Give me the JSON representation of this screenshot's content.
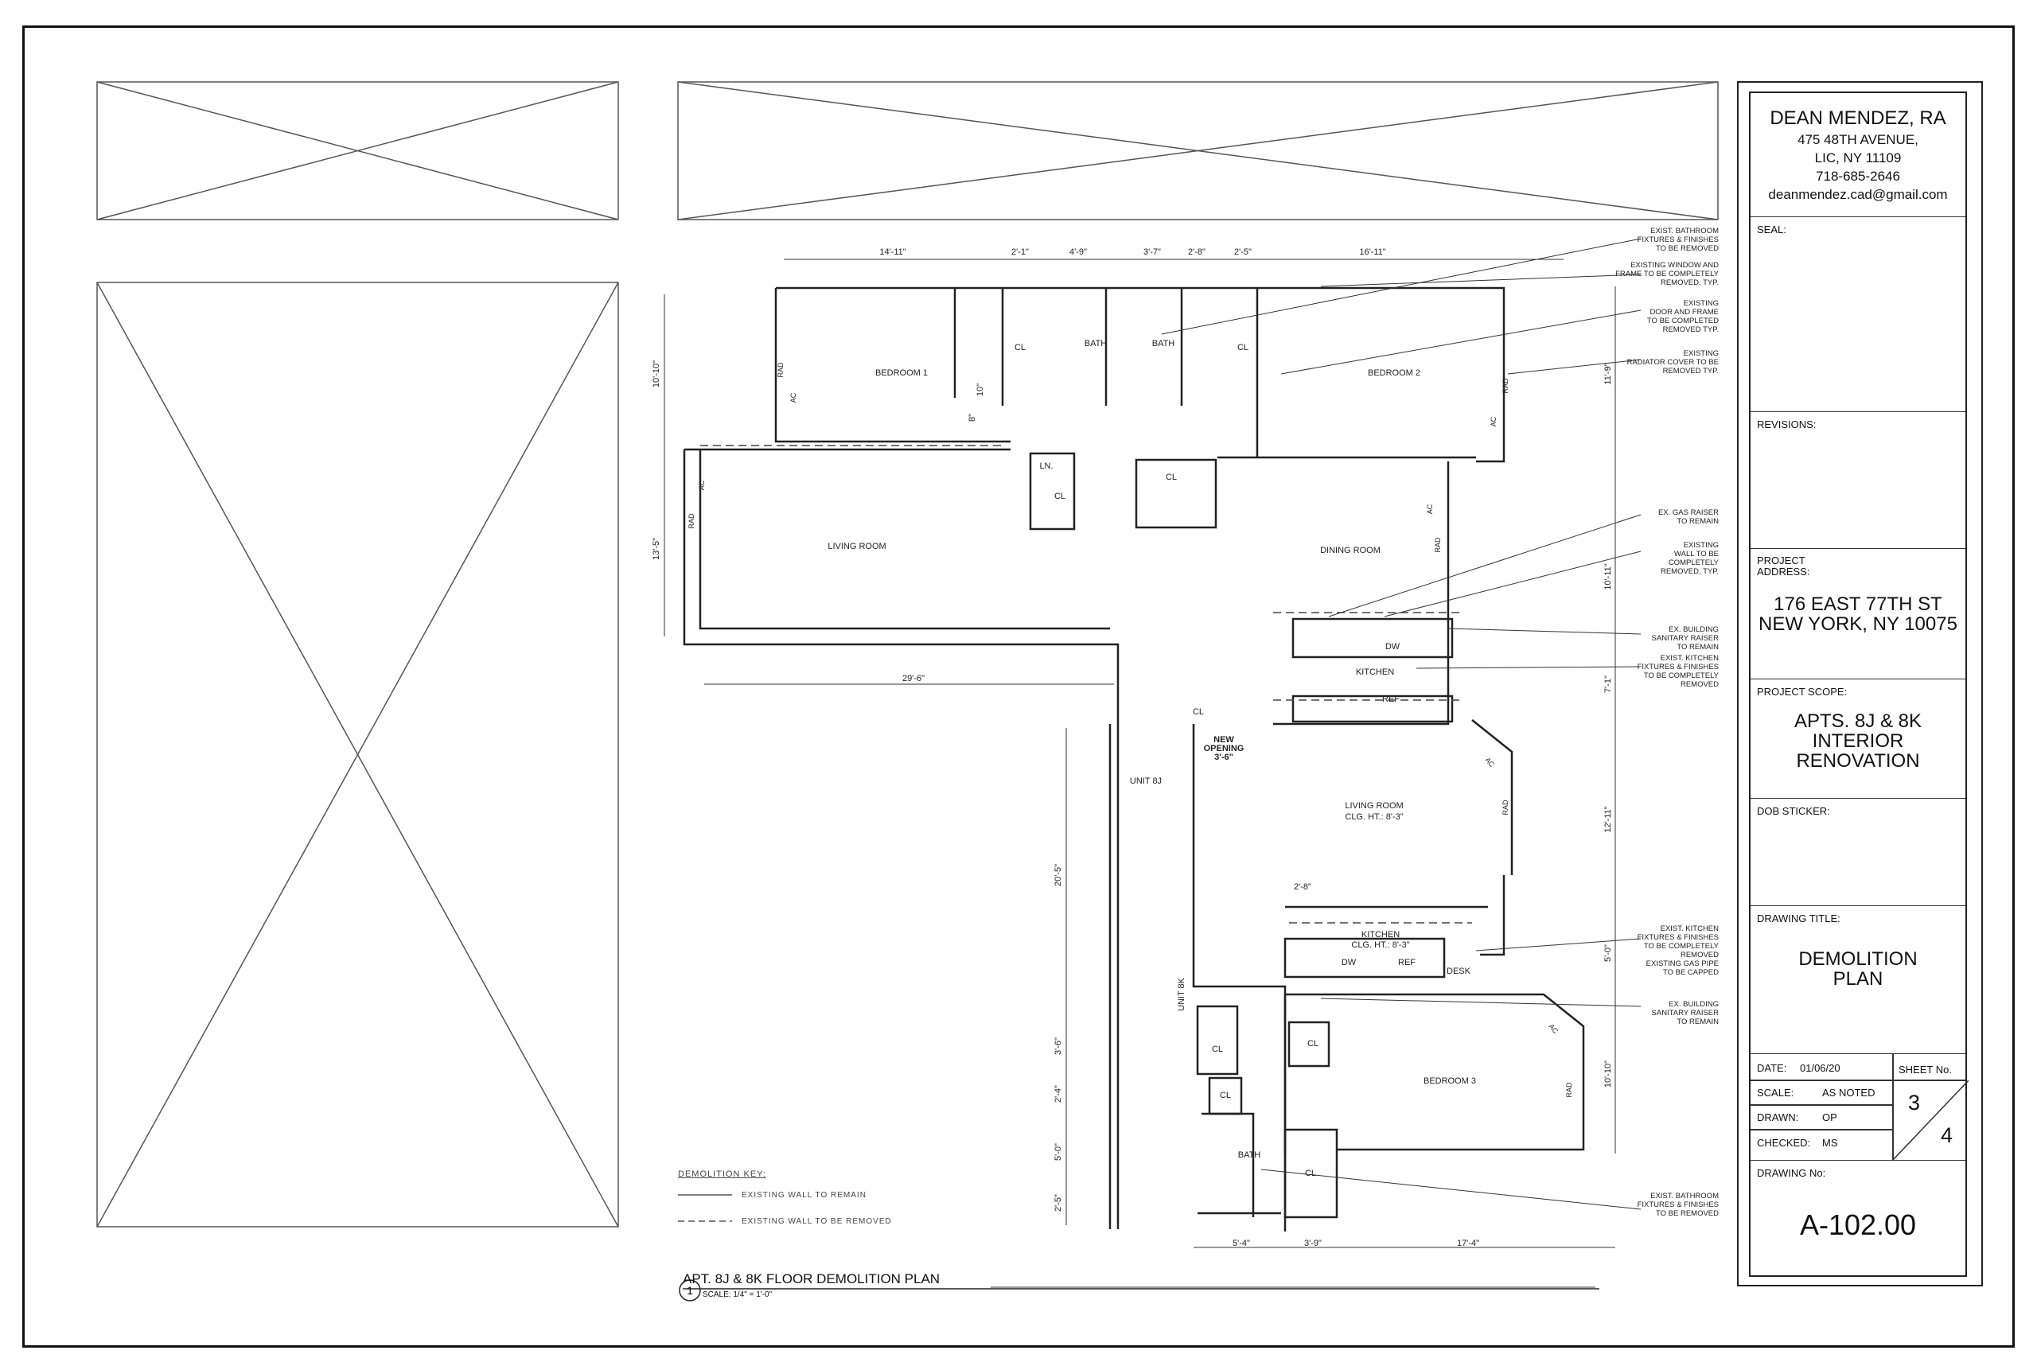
{
  "architect": {
    "name": "DEAN MENDEZ, RA",
    "address1": "475 48TH AVENUE,",
    "address2": "LIC, NY 11109",
    "phone": "718-685-2646",
    "email": "deanmendez.cad@gmail.com"
  },
  "labels": {
    "seal": "SEAL:",
    "revisions": "REVISIONS:",
    "project_address_1": "PROJECT",
    "project_address_2": "ADDRESS:",
    "project_scope": "PROJECT SCOPE:",
    "dob_sticker": "DOB STICKER:",
    "drawing_title": "DRAWING TITLE:",
    "date": "DATE:",
    "scale": "SCALE:",
    "drawn": "DRAWN:",
    "checked": "CHECKED:",
    "sheet_no": "SHEET No.",
    "drawing_no": "DRAWING No:"
  },
  "project": {
    "address_line1": "176 EAST 77TH ST",
    "address_line2": "NEW YORK, NY 10075",
    "scope_line1": "APTS. 8J & 8K",
    "scope_line2": "INTERIOR",
    "scope_line3": "RENOVATION",
    "title_line1": "DEMOLITION",
    "title_line2": "PLAN",
    "date": "01/06/20",
    "scale": "AS NOTED",
    "drawn": "OP",
    "checked": "MS",
    "sheet_number": "3",
    "sheet_total": "4",
    "drawing_number": "A-102.00"
  },
  "plan": {
    "number": "1",
    "title": "APT. 8J & 8K FLOOR DEMOLITION PLAN",
    "scale": "SCALE: 1/4\" = 1'-0\"",
    "key_title": "DEMOLITION KEY:",
    "key_remain": "EXISTING WALL TO REMAIN",
    "key_remove": "EXISTING WALL TO BE REMOVED"
  },
  "rooms": {
    "bedroom1": "BEDROOM 1",
    "bedroom2": "BEDROOM 2",
    "bedroom3": "BEDROOM 3",
    "living8j": "LIVING ROOM",
    "dining": "DINING ROOM",
    "kitchen8j": "KITCHEN",
    "living8k": "LIVING ROOM",
    "living8k_clg": "CLG. HT.: 8'-3\"",
    "kitchen8k": "KITCHEN",
    "kitchen8k_clg": "CLG. HT.: 8'-3\"",
    "bath": "BATH",
    "cl": "CL",
    "ln": "LN.",
    "rad": "RAD",
    "ac": "AC",
    "dw": "DW",
    "ref": "REF",
    "desk": "DESK",
    "new_opening_1": "NEW",
    "new_opening_2": "OPENING",
    "new_opening_3": "3'-6\"",
    "unit8j": "UNIT 8J",
    "unit8k": "UNIT 8K"
  },
  "dimensions": {
    "d1": "14'-11\"",
    "d2": "2'-1\"",
    "d3": "4'-9\"",
    "d4": "3'-7\"",
    "d5": "2'-8\"",
    "d6": "2'-5\"",
    "d7": "16'-11\"",
    "d8": "10'-10\"",
    "d9": "13'-5\"",
    "d10": "29'-6\"",
    "d11": "11'-9\"",
    "d12": "10'-11\"",
    "d13": "7'-1\"",
    "d14": "12'-11\"",
    "d15": "20'-5\"",
    "d16": "2'-8\"",
    "d17": "5'-0\"",
    "d18": "10'-10\"",
    "d19": "3'-6\"",
    "d20": "2'-4\"",
    "d21": "5'-0\"",
    "d22": "2'-5\"",
    "d23": "5'-4\"",
    "d24": "3'-9\"",
    "d25": "17'-4\"",
    "d26": "10\"",
    "d27": "8\""
  },
  "notes": {
    "n1": [
      "EXIST. BATHROOM",
      "FIXTURES & FINISHES",
      "TO BE REMOVED"
    ],
    "n2": [
      "EXISTING  WINDOW AND",
      "FRAME TO BE COMPLETELY",
      "REMOVED. TYP."
    ],
    "n3": [
      "EXISTING",
      "DOOR AND FRAME",
      "TO BE COMPLETED",
      "REMOVED TYP."
    ],
    "n4": [
      "EXISTING",
      "RADIATOR COVER TO BE",
      "REMOVED TYP."
    ],
    "n5": [
      "EX. GAS RAISER",
      "TO REMAIN"
    ],
    "n6": [
      "EXISTING",
      "WALL TO BE",
      "COMPLETELY",
      "REMOVED, TYP."
    ],
    "n7": [
      "EX. BUILDING",
      "SANITARY RAISER",
      "TO REMAIN"
    ],
    "n8": [
      "EXIST. KITCHEN",
      "FIXTURES & FINISHES",
      "TO BE COMPLETELY",
      "REMOVED"
    ],
    "n9": [
      "EXIST. KITCHEN",
      "FIXTURES & FINISHES",
      "TO BE COMPLETELY",
      "REMOVED",
      "EXISTING GAS PIPE",
      "TO BE CAPPED"
    ],
    "n10": [
      "EX. BUILDING",
      "SANITARY RAISER",
      "TO REMAIN"
    ],
    "n11": [
      "EXIST. BATHROOM",
      "FIXTURES & FINISHES",
      "TO BE REMOVED"
    ]
  }
}
